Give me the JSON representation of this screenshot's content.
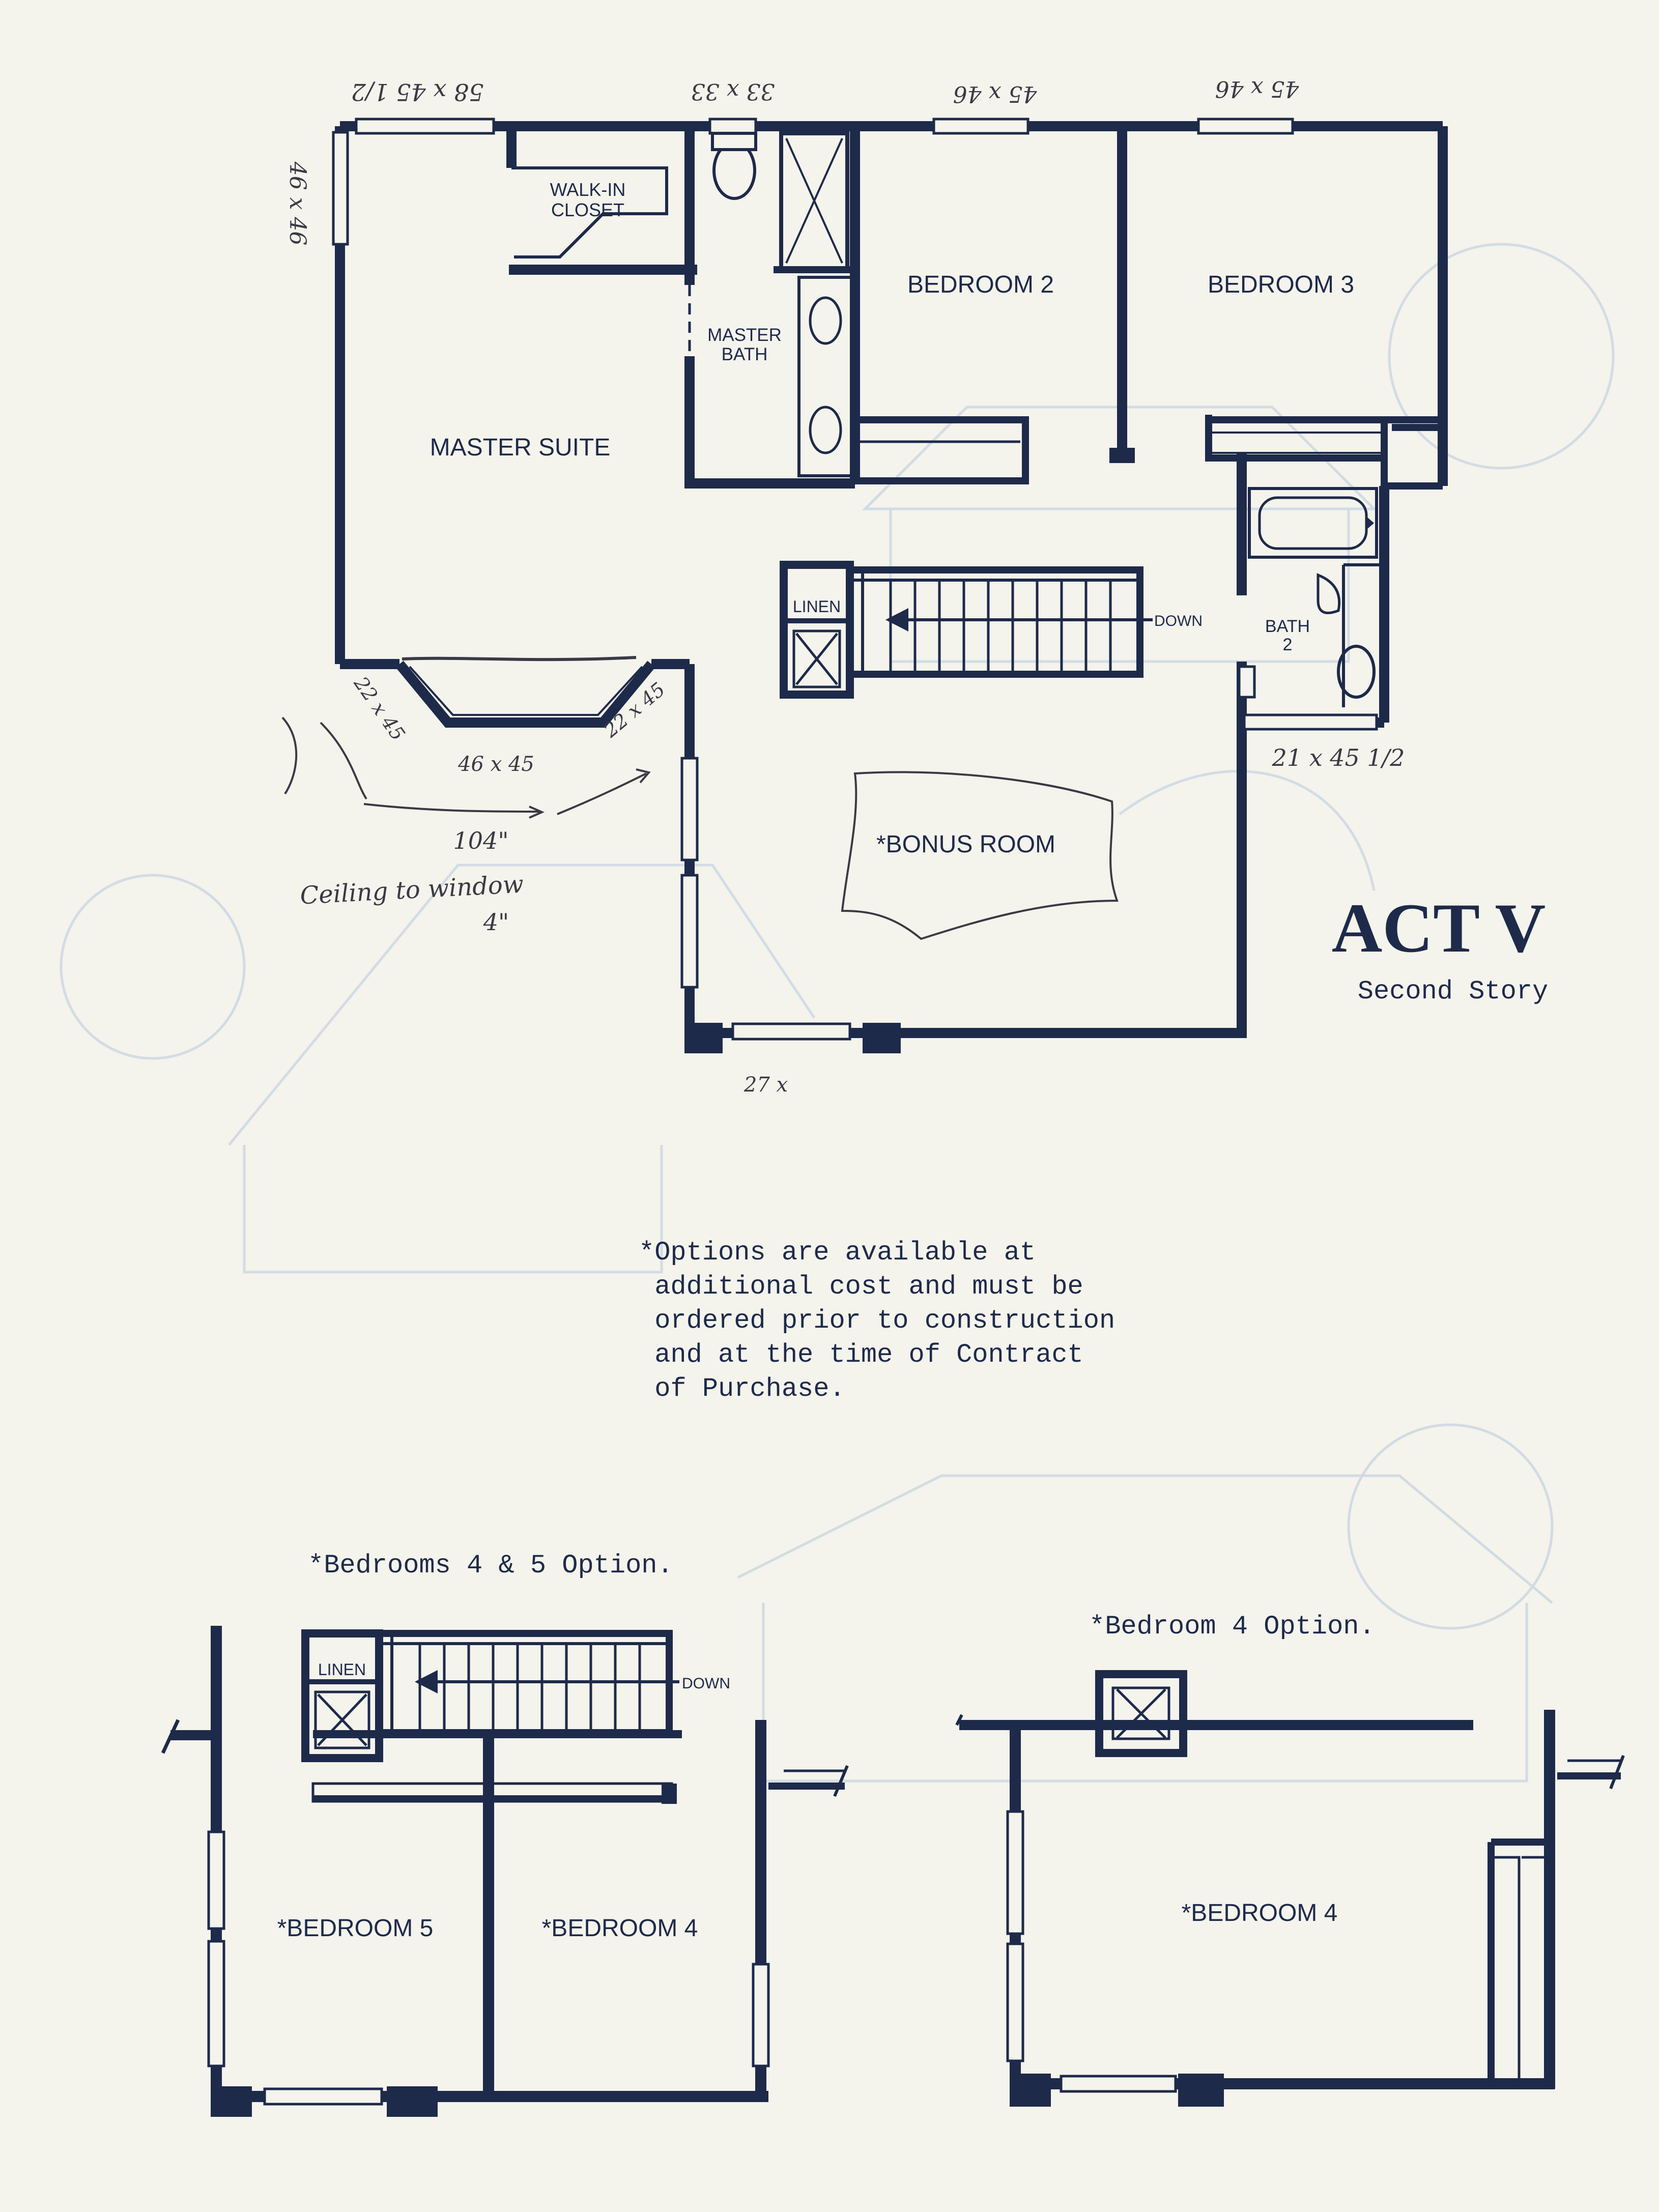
{
  "brand": {
    "title": "ACT V",
    "subtitle": "Second Story"
  },
  "colors": {
    "ink": "#1e2a4a",
    "paper": "#f4f3ec",
    "pencil": "#3a3a45",
    "watermark": "#c9d6e3"
  },
  "plan": {
    "rooms": {
      "walk_in_closet": [
        "WALK-IN",
        "CLOSET"
      ],
      "master_suite": "MASTER SUITE",
      "master_bath": [
        "MASTER",
        "BATH"
      ],
      "bedroom_2": "BEDROOM 2",
      "bedroom_3": "BEDROOM 3",
      "linen": "LINEN",
      "down": "DOWN",
      "bath_2": [
        "BATH",
        "2"
      ],
      "bonus_room": "*BONUS ROOM"
    },
    "handwritten": {
      "dim_master_window": "58 x 45 1/2",
      "dim_bath_window": "33 x 33",
      "dim_bedroom2_window": "45 x 46",
      "dim_bedroom3_window": "45 x 46",
      "dim_side_window": "46 x 46",
      "dim_bay_left": "22 x 45",
      "dim_bay_center": "46 x 45",
      "dim_bay_right": "22 x 45",
      "dim_bath2_window": "21 x 45 1/2",
      "bay_total": "104\"",
      "ceiling_note": "Ceiling to window",
      "ceiling_value": "4\"",
      "bottom_mark": "27 x"
    }
  },
  "options_note": [
    "*Options are available at",
    " additional cost and must be",
    " ordered prior to construction",
    " and at the time of Contract",
    " of Purchase."
  ],
  "option_a": {
    "caption": "*Bedrooms 4 & 5 Option.",
    "linen": "LINEN",
    "down": "DOWN",
    "bedroom_5": "*BEDROOM 5",
    "bedroom_4": "*BEDROOM 4"
  },
  "option_b": {
    "caption": "*Bedroom 4 Option.",
    "bedroom_4": "*BEDROOM 4"
  }
}
